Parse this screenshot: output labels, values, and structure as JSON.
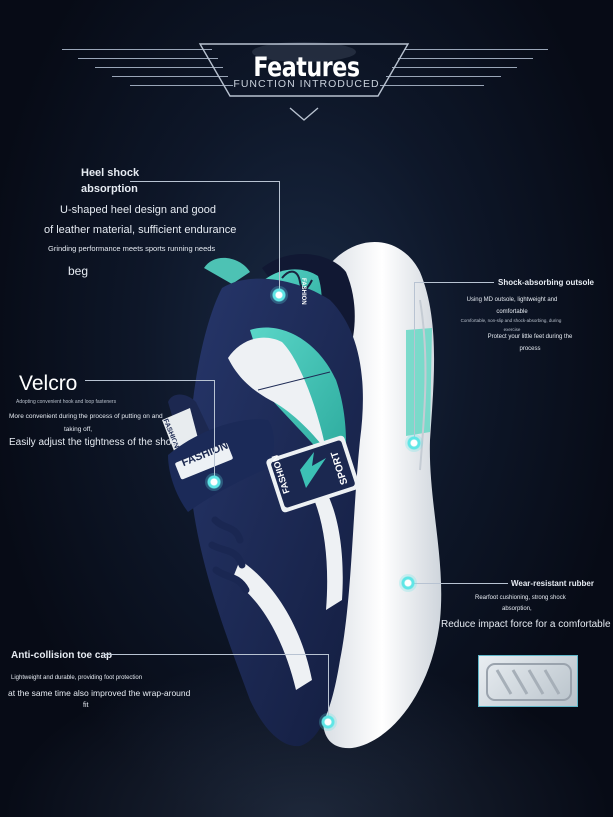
{
  "header": {
    "title": "Features",
    "subtitle": "FUNCTION INTRODUCED"
  },
  "callouts": {
    "heel": {
      "title_line1": "Heel shock",
      "title_line2": "absorption",
      "line1": "U-shaped heel design and good",
      "line2": "of leather material, sufficient endurance",
      "line3": "Grinding performance meets sports running needs",
      "line4": "beg"
    },
    "velcro": {
      "title": "Velcro",
      "small": "Adopting convenient hook and loop fasteners",
      "line1": "More convenient during the process of putting on and",
      "line2": "taking off,",
      "line3": "Easily adjust the tightness of the shoes"
    },
    "outsole": {
      "title": "Shock-absorbing outsole",
      "line1": "Using MD outsole, lightweight and",
      "line2": "comfortable",
      "line3": "Comfortable, non-slip and shock-absorbing, during",
      "line4": "exercise",
      "line5": "Protect your little feet during the",
      "line6": "process"
    },
    "rubber": {
      "title": "Wear-resistant rubber",
      "line1": "Rearfoot cushioning, strong shock",
      "line2": "absorption,",
      "line3": "Reduce impact force for a comfortable start"
    },
    "toe": {
      "title": "Anti-collision toe cap",
      "line1": "Lightweight and durable, providing foot protection",
      "line2": "at the same time also improved the wrap-around",
      "line3": "fit"
    }
  },
  "shoe_labels": {
    "strap": "FASHION",
    "tongue": "FASHION",
    "patch_top": "FASHION",
    "patch_bottom": "SPORT"
  },
  "colors": {
    "background": "#070b16",
    "accent": "#3cc1b5",
    "upper": "#1d2b55",
    "sole": "#f2f4f6",
    "dot": "#5fe6e6"
  }
}
